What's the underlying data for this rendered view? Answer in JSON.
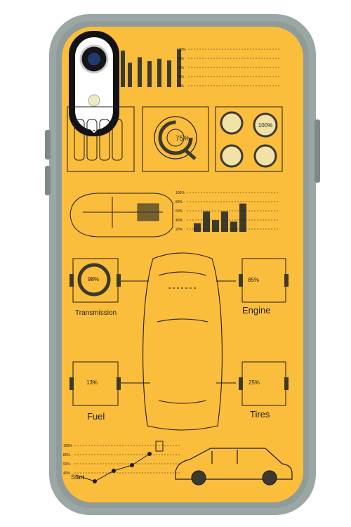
{
  "colors": {
    "case_bumper": "#9aa7a4",
    "case_bumper_dark": "#7d8a88",
    "print_background": "#fbbd3c",
    "line_art": "#1d1d1d",
    "bar_fill": "#3d3a2c",
    "camera_plate": "#ffffff",
    "camera_frame": "#121212"
  },
  "top_chart": {
    "tick_labels": [
      "100%",
      "80%",
      "60%",
      "40%",
      "20%"
    ],
    "values": [
      62,
      76,
      66,
      72,
      68,
      96
    ]
  },
  "mid_chart": {
    "tick_labels": [
      "100%",
      "80%",
      "60%",
      "40%",
      "20%"
    ],
    "values": [
      22,
      52,
      30,
      52,
      26,
      72
    ]
  },
  "timeline_chart": {
    "tick_labels": [
      "100%",
      "80%",
      "60%",
      "40%"
    ],
    "start_label": "Start"
  },
  "gauge_main_label": "75%",
  "gauge_small_label": "100%",
  "modules": {
    "transmission": {
      "label": "Transmission",
      "value": "98%"
    },
    "engine": {
      "label": "Engine",
      "value": "85%"
    },
    "fuel": {
      "label": "Fuel",
      "value": "13%"
    },
    "tires": {
      "label": "Tires",
      "value": "25%"
    }
  },
  "icons": {
    "camera": "camera-lens-icon",
    "flash": "flash-icon",
    "logo": "brand-logo-icon"
  }
}
